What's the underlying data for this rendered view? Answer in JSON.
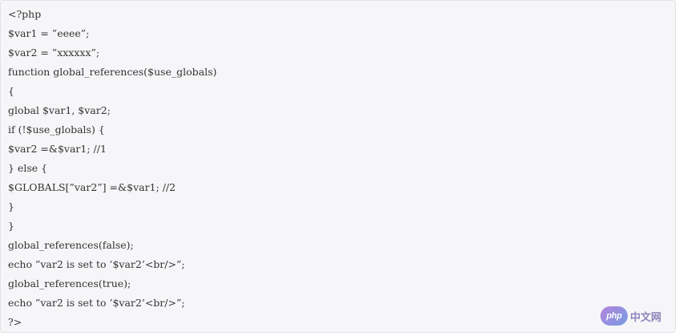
{
  "code": {
    "lines": [
      "<?php",
      "$var1 = ”eeee”;",
      "$var2 = ”xxxxxx”;",
      "function global_references($use_globals)",
      "{",
      "global $var1, $var2;",
      "if (!$use_globals) {",
      "$var2 =&$var1; //1",
      "} else {",
      "$GLOBALS[”var2”] =&$var1; //2",
      "}",
      "}",
      "global_references(false);",
      "echo ”var2 is set to ’$var2’<br/>”;",
      "global_references(true);",
      "echo ”var2 is set to ’$var2’<br/>”;",
      "?>"
    ]
  },
  "watermark": {
    "logo_text": "php",
    "site_text": "中文网"
  }
}
